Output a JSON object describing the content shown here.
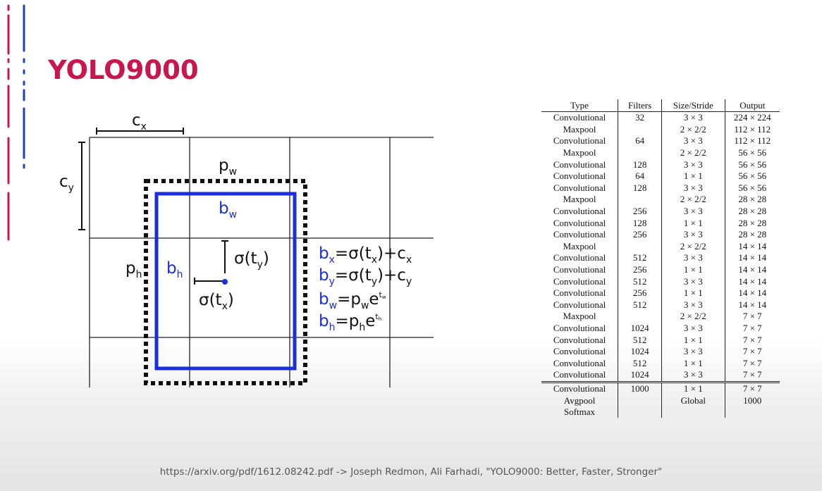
{
  "slide": {
    "title": "YOLO9000",
    "caption": "https://arxiv.org/pdf/1612.08242.pdf -> Joseph Redmon, Ali Farhadi, \"YOLO9000: Better, Faster, Stronger\"",
    "accent_red": "#c8174c",
    "accent_blue": "#1a44b8"
  },
  "diagram": {
    "cx": "c",
    "cx_sub": "x",
    "cy": "c",
    "cy_sub": "y",
    "pw": "p",
    "pw_sub": "w",
    "ph": "p",
    "ph_sub": "h",
    "bw": "b",
    "bw_sub": "w",
    "bh": "b",
    "bh_sub": "h",
    "sigma_ty": "σ(t",
    "sigma_ty_sub": "y",
    "sigma_ty_close": ")",
    "sigma_tx": "σ(t",
    "sigma_tx_sub": "x",
    "sigma_tx_close": ")",
    "eq1_lhs": "b",
    "eq1_lhs_sub": "x",
    "eq1_mid": "=σ(t",
    "eq1_mid_sub": "x",
    "eq1_rest": ")+c",
    "eq1_rest_sub": "x",
    "eq2_lhs": "b",
    "eq2_lhs_sub": "y",
    "eq2_mid": "=σ(t",
    "eq2_mid_sub": "y",
    "eq2_rest": ")+c",
    "eq2_rest_sub": "y",
    "eq3_lhs": "b",
    "eq3_lhs_sub": "w",
    "eq3_mid": "=p",
    "eq3_mid_sub": "w",
    "eq3_e": "e",
    "eq3_sup": "t",
    "eq3_sup_sub": "w",
    "eq4_lhs": "b",
    "eq4_lhs_sub": "h",
    "eq4_mid": "=p",
    "eq4_mid_sub": "h",
    "eq4_e": "e",
    "eq4_sup": "t",
    "eq4_sup_sub": "h",
    "blue": "#1a2ee0",
    "dot_color": "#1a2ee0"
  },
  "table": {
    "headers": [
      "Type",
      "Filters",
      "Size/Stride",
      "Output"
    ],
    "rows": [
      [
        "Convolutional",
        "32",
        "3 × 3",
        "224 × 224"
      ],
      [
        "Maxpool",
        "",
        "2 × 2/2",
        "112 × 112"
      ],
      [
        "Convolutional",
        "64",
        "3 × 3",
        "112 × 112"
      ],
      [
        "Maxpool",
        "",
        "2 × 2/2",
        "56 × 56"
      ],
      [
        "Convolutional",
        "128",
        "3 × 3",
        "56 × 56"
      ],
      [
        "Convolutional",
        "64",
        "1 × 1",
        "56 × 56"
      ],
      [
        "Convolutional",
        "128",
        "3 × 3",
        "56 × 56"
      ],
      [
        "Maxpool",
        "",
        "2 × 2/2",
        "28 × 28"
      ],
      [
        "Convolutional",
        "256",
        "3 × 3",
        "28 × 28"
      ],
      [
        "Convolutional",
        "128",
        "1 × 1",
        "28 × 28"
      ],
      [
        "Convolutional",
        "256",
        "3 × 3",
        "28 × 28"
      ],
      [
        "Maxpool",
        "",
        "2 × 2/2",
        "14 × 14"
      ],
      [
        "Convolutional",
        "512",
        "3 × 3",
        "14 × 14"
      ],
      [
        "Convolutional",
        "256",
        "1 × 1",
        "14 × 14"
      ],
      [
        "Convolutional",
        "512",
        "3 × 3",
        "14 × 14"
      ],
      [
        "Convolutional",
        "256",
        "1 × 1",
        "14 × 14"
      ],
      [
        "Convolutional",
        "512",
        "3 × 3",
        "14 × 14"
      ],
      [
        "Maxpool",
        "",
        "2 × 2/2",
        "7 × 7"
      ],
      [
        "Convolutional",
        "1024",
        "3 × 3",
        "7 × 7"
      ],
      [
        "Convolutional",
        "512",
        "1 × 1",
        "7 × 7"
      ],
      [
        "Convolutional",
        "1024",
        "3 × 3",
        "7 × 7"
      ],
      [
        "Convolutional",
        "512",
        "1 × 1",
        "7 × 7"
      ],
      [
        "Convolutional",
        "1024",
        "3 × 3",
        "7 × 7"
      ]
    ],
    "rows_final": [
      [
        "Convolutional",
        "1000",
        "1 × 1",
        "7 × 7"
      ],
      [
        "Avgpool",
        "",
        "Global",
        "1000"
      ],
      [
        "Softmax",
        "",
        "",
        ""
      ]
    ]
  }
}
